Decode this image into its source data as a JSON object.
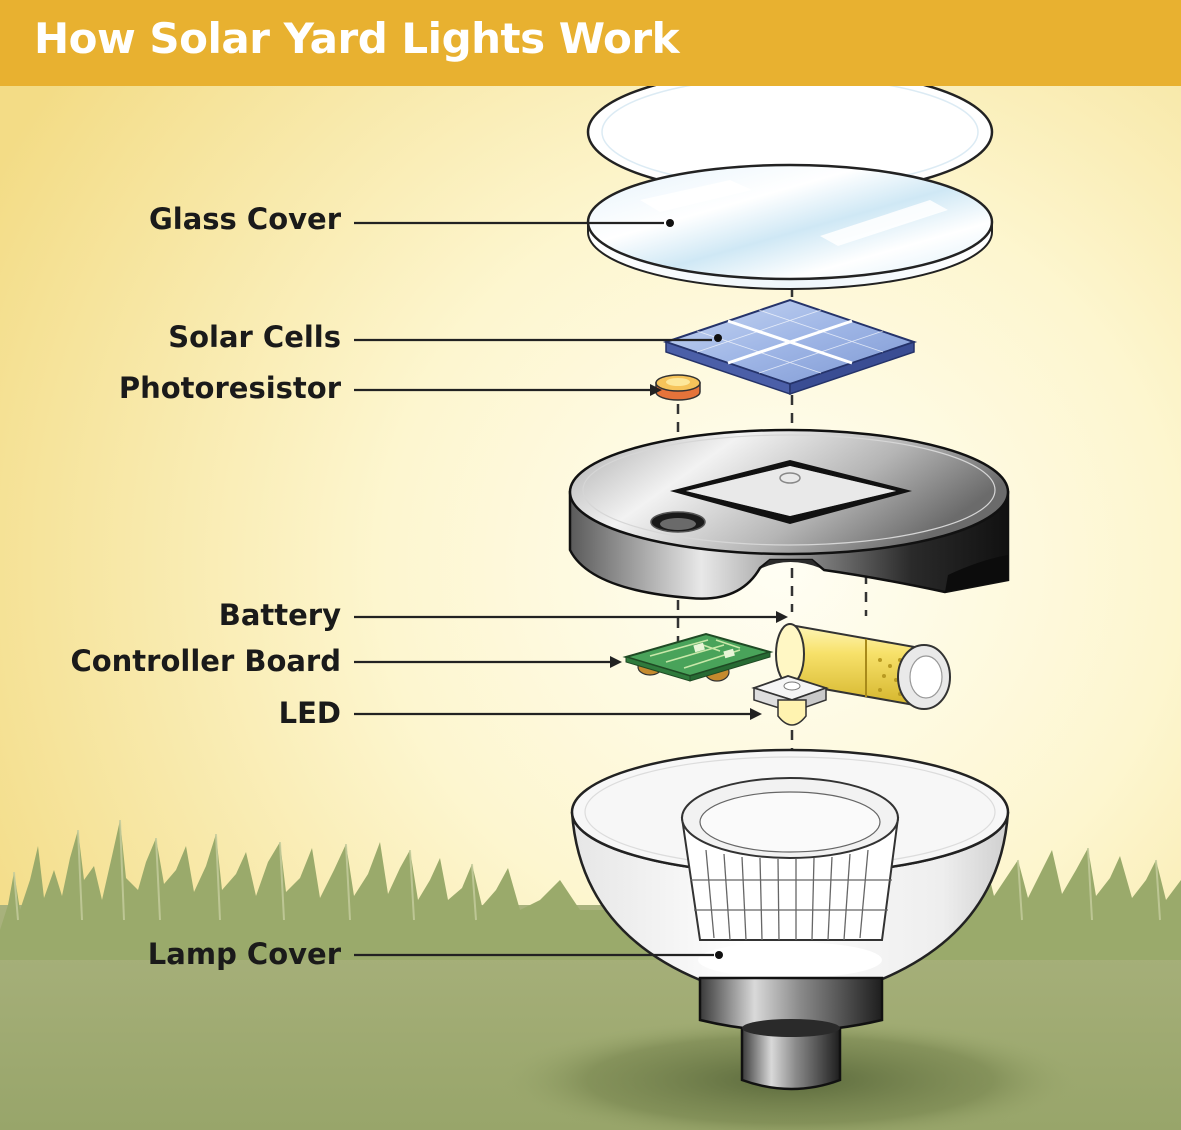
{
  "title": "How Solar Yard Lights Work",
  "colors": {
    "header": "#e8b130",
    "glow": "#fdf6cf",
    "grass": "#98a96a",
    "ground": "#a2ad76"
  },
  "labels": {
    "glass_cover": "Glass Cover",
    "solar_cells": "Solar Cells",
    "photoresistor": "Photoresistor",
    "battery": "Battery",
    "controller_board": "Controller Board",
    "led": "LED",
    "lamp_cover": "Lamp Cover"
  }
}
